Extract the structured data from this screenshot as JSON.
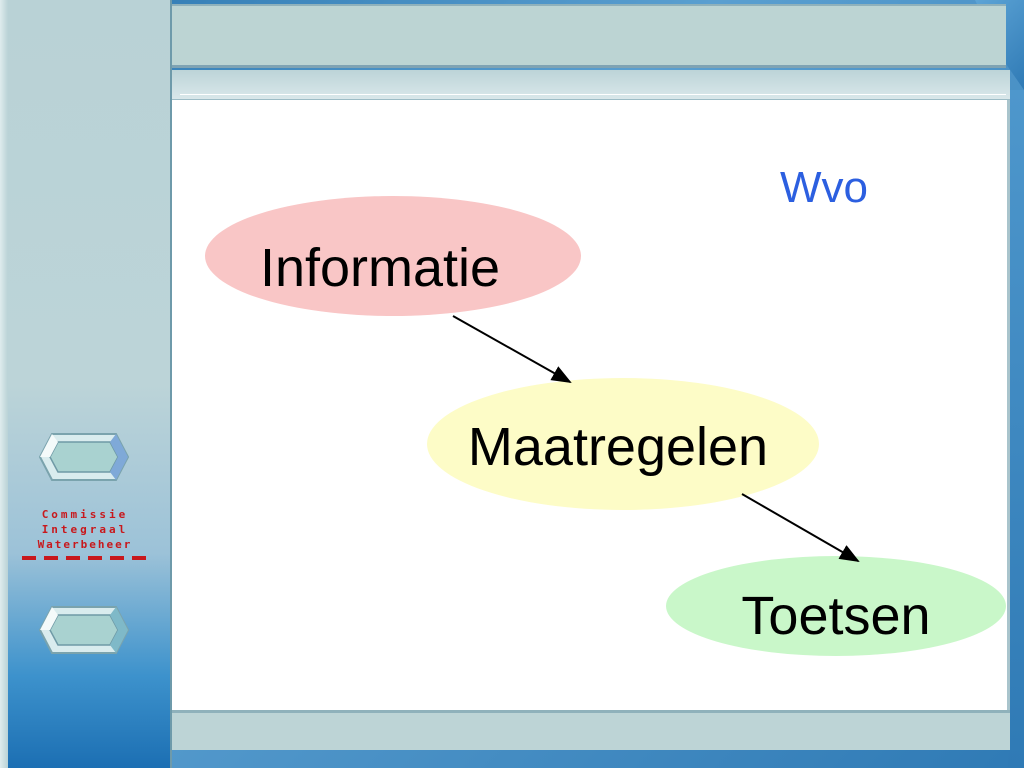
{
  "slide": {
    "title": "Wvo",
    "title_color": "#2c5fe0"
  },
  "logo": {
    "line1": "Commissie",
    "line2": "Integraal",
    "line3": "Waterbeheer",
    "color": "#c8181c"
  },
  "nodes": [
    {
      "label": "Informatie",
      "fill": "#f9c6c6"
    },
    {
      "label": "Maatregelen",
      "fill": "#fdfcc7"
    },
    {
      "label": "Toetsen",
      "fill": "#c9f7c9"
    }
  ],
  "edges": [
    {
      "from": "Informatie",
      "to": "Maatregelen"
    },
    {
      "from": "Maatregelen",
      "to": "Toetsen"
    }
  ],
  "icons": [
    "gem-icon",
    "gem-icon"
  ]
}
